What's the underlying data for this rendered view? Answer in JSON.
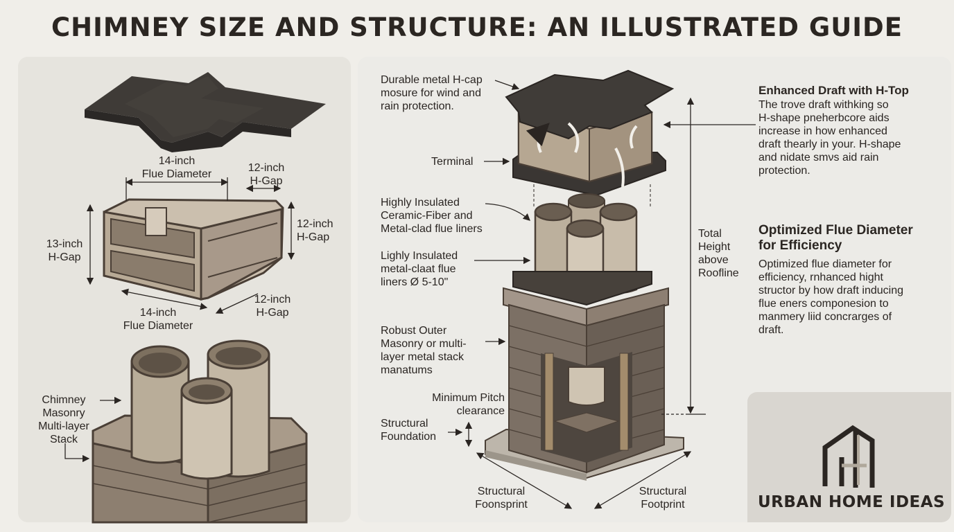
{
  "title": "CHIMNEY SIZE AND STRUCTURE: AN ILLUSTRATED GUIDE",
  "left": {
    "top_dim": "14-inch\nFlue Diameter",
    "top_gap": "12-inch\nH-Gap",
    "right_gap": "12-inch\nH-Gap",
    "left_gap": "13-inch\nH-Gap",
    "bottom_dim": "14-inch\nFlue Diameter",
    "bottom_gap": "12-inch\nH-Gap",
    "chimney_label": "Chimney\nMasonry\nMulti-layer\nStack"
  },
  "right": {
    "hcap": "Durable metal H-cap\nmosure for wind and\nrain protection.",
    "terminal": "Terminal",
    "liners_high": "Highly Insulated\nCeramic-Fiber and\nMetal-clad flue liners",
    "liners_light": "Lighly Insulated\nmetal-claat flue\nliners Ø 5-10\"",
    "masonry": "Robust Outer\nMasonry or multi-\nlayer metal stack\nmanatums",
    "pitch": "Minimum Pitch\nclearance",
    "foundation": "Structural\nFoundation",
    "footprint_left": "Structural\nFoonsprint",
    "footprint_right": "Structural\nFootprint",
    "height": "Total\nHeight\nabove\nRoofline"
  },
  "info": {
    "h1": "Enhanced Draft with H-Top",
    "p1": "The trove draft withking so\nH-shape pneherbcore aids\nincrease in how enhanced\ndraft thearly in your. H-shape\nand nidatе smνs aid rain\nprotection.",
    "h2": "Optimized Flue Diameter\nfor Efficiency",
    "p2": "Optimized flue diameter for\nefficiency, rnhanced hight\nstructor by how draft inducing\nflue eners componesion to\nmanmery liid concrarges of\ndraft."
  },
  "brand": {
    "name": "URBAN HOME IDEAS",
    "logo": "house-h-logo-icon"
  }
}
